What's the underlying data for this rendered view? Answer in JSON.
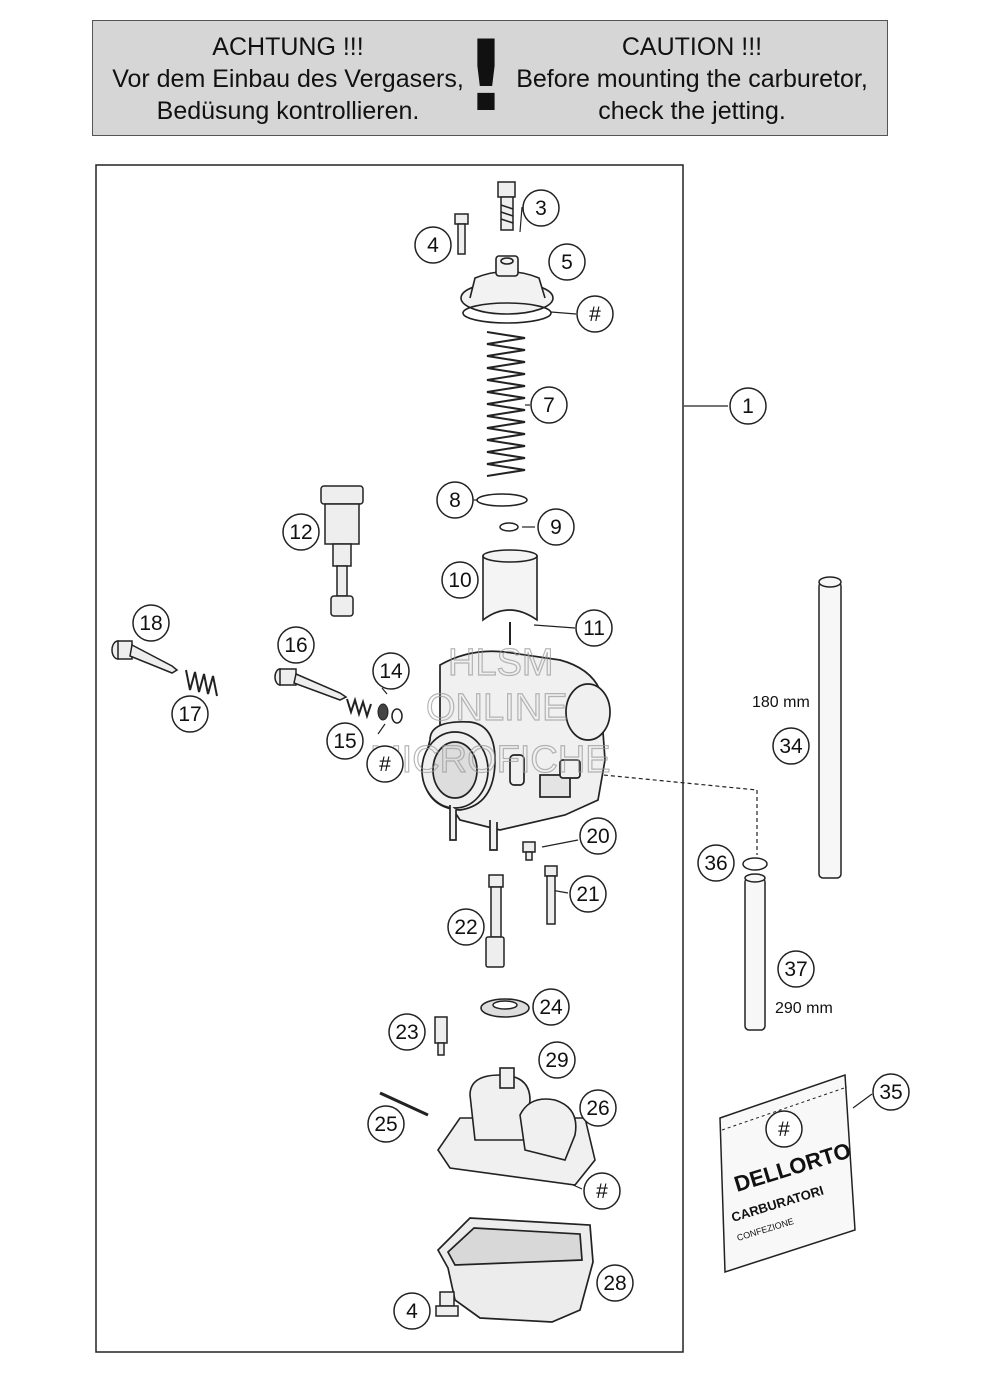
{
  "warning": {
    "german": [
      "ACHTUNG !!!",
      "Vor dem Einbau des Vergasers,",
      "Bedüsung kontrollieren."
    ],
    "english": [
      "CAUTION !!!",
      "Before mounting the carburetor,",
      "check the jetting."
    ],
    "mark": "!"
  },
  "watermark": [
    "HLSM",
    "ONLINE",
    "MICROFICHE"
  ],
  "labels": {
    "c1": "1",
    "c3": "3",
    "c4a": "4",
    "c4b": "4",
    "c5": "5",
    "c7": "7",
    "c8": "8",
    "c9": "9",
    "c10": "10",
    "c11": "11",
    "c12": "12",
    "c14": "14",
    "c15": "15",
    "c16": "16",
    "c17": "17",
    "c18": "18",
    "c20": "20",
    "c21": "21",
    "c22": "22",
    "c23": "23",
    "c24": "24",
    "c25": "25",
    "c26": "26",
    "c28": "28",
    "c29": "29",
    "c34": "34",
    "c35": "35",
    "c36": "36",
    "c37": "37",
    "h1": "#",
    "h2": "#",
    "h3": "#",
    "h4": "#"
  },
  "dimensions": {
    "tube34": "180 mm",
    "hose37": "290 mm"
  },
  "kit_bag": {
    "brand": "DELLORTO",
    "line": "CARBURATORI",
    "text": "CONFEZIONE"
  }
}
